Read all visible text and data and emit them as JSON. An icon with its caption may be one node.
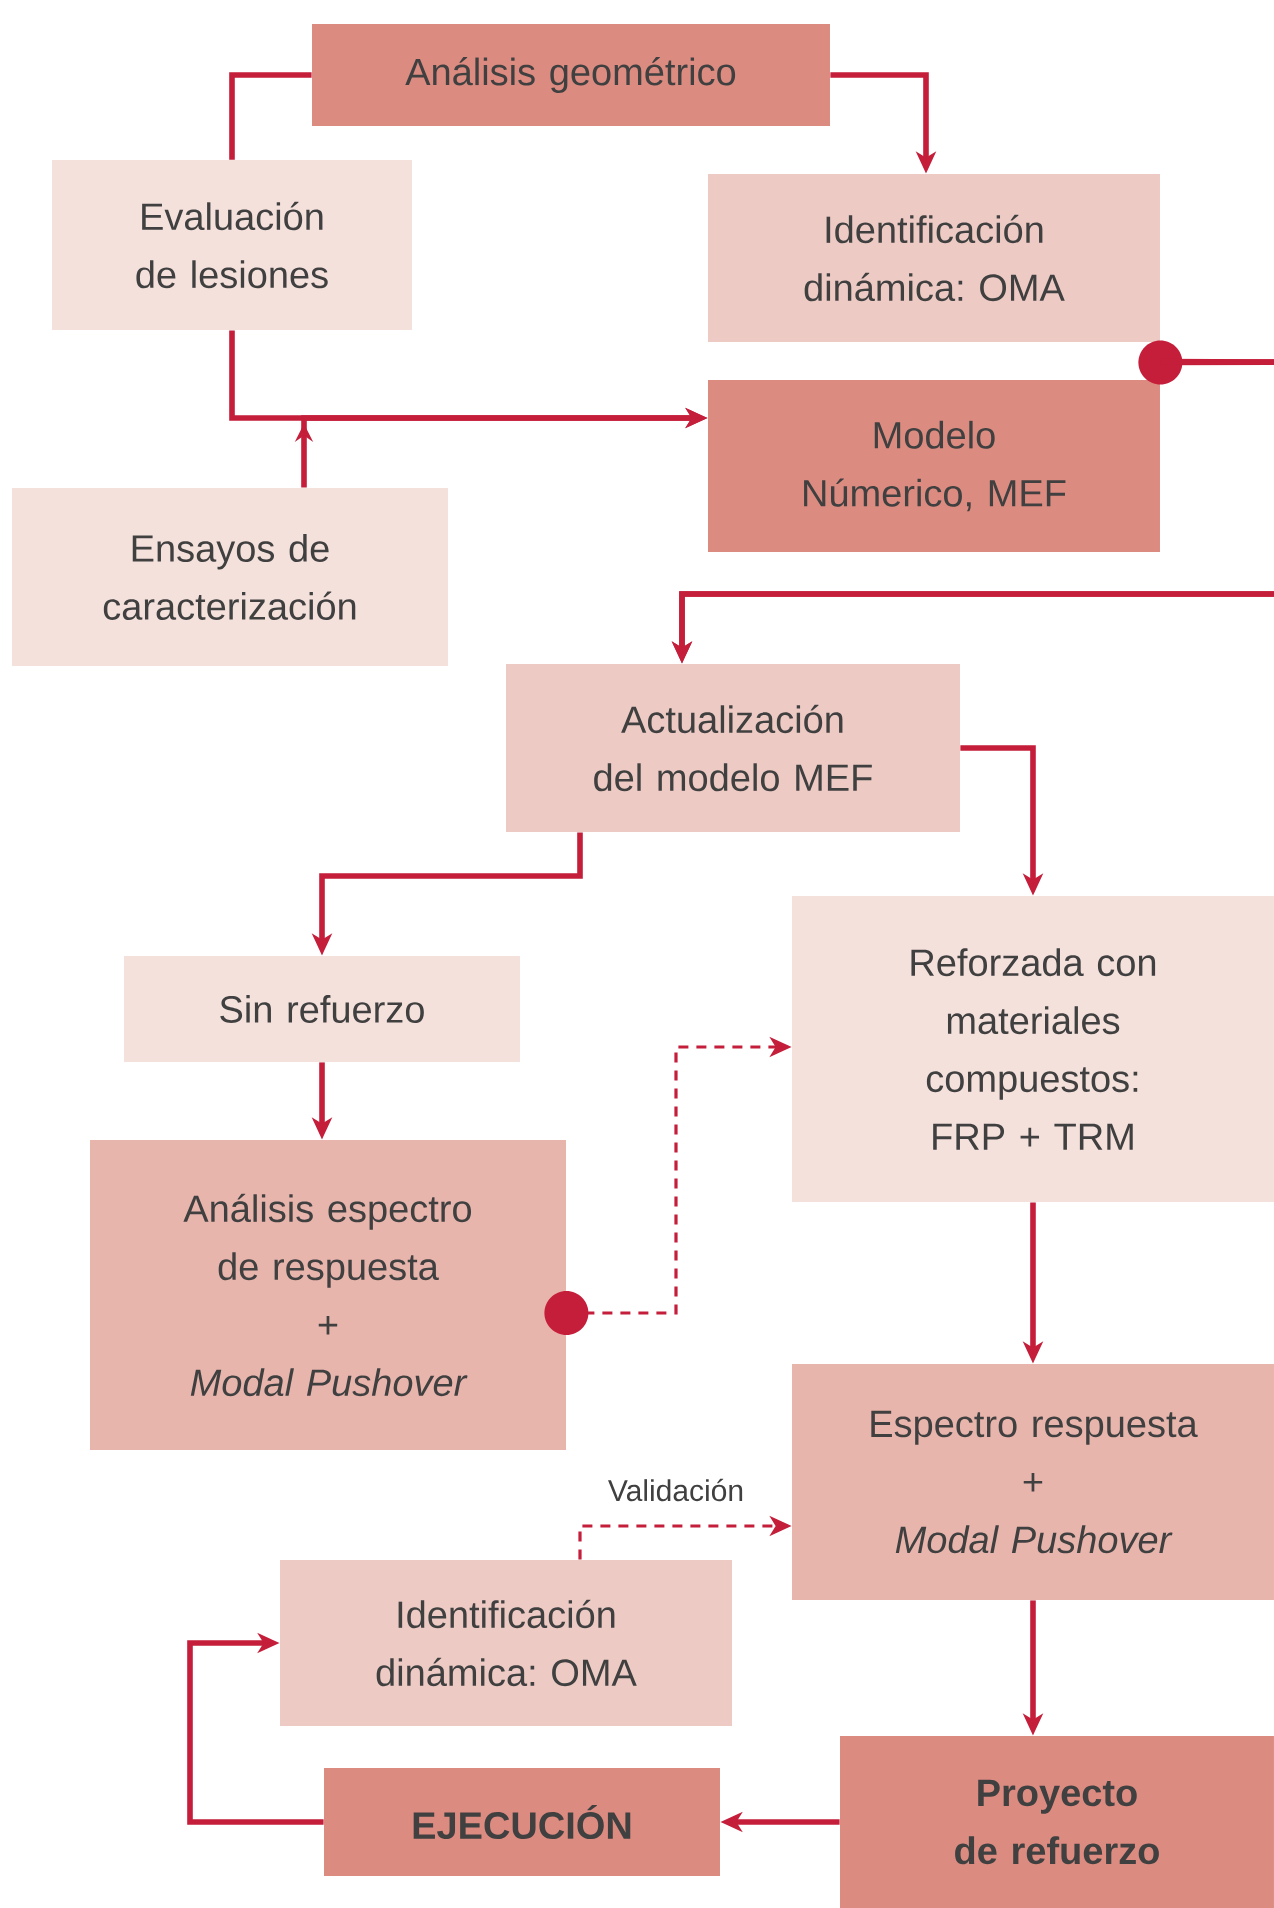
{
  "diagram": {
    "nodes": [
      {
        "text": [
          "Análisis geométrico"
        ]
      },
      {
        "text": [
          "Evaluación de lesiones"
        ]
      },
      {
        "text": [
          "Identificación dinámica: OMA"
        ]
      },
      {
        "text": [
          "Modelo Númerico, MEF"
        ]
      },
      {
        "text": [
          "Ensayos de caracterización"
        ]
      },
      {
        "text": [
          "Actualización del modelo MEF"
        ]
      },
      {
        "text": [
          "Sin refuerzo"
        ]
      },
      {
        "text": [
          "Reforzada con materiales compuestos: FRP + TRM"
        ]
      },
      {
        "text": [
          "Análisis espectro de respuesta",
          "+",
          "Modal Pushover"
        ]
      },
      {
        "text": [
          "Espectro respuesta",
          "+",
          "Modal Pushover"
        ]
      },
      {
        "text": [
          "Identificación dinámica: OMA"
        ]
      },
      {
        "text": [
          "EJECUCIÓN"
        ]
      },
      {
        "text": [
          "Proyecto de refuerzo"
        ]
      }
    ],
    "edges": [
      {
        "from": 0,
        "to": 1,
        "arrow": "none"
      },
      {
        "from": 0,
        "to": 2,
        "arrow": "to"
      },
      {
        "from": 1,
        "to": 3,
        "arrow": "to"
      },
      {
        "from": 4,
        "to": 3,
        "arrow": "to"
      },
      {
        "from": 2,
        "to": 5,
        "arrow": "to"
      },
      {
        "from": 3,
        "to": 5,
        "arrow": "to"
      },
      {
        "from": 5,
        "to": 6,
        "arrow": "to"
      },
      {
        "from": 5,
        "to": 7,
        "arrow": "to"
      },
      {
        "from": 6,
        "to": 8,
        "arrow": "to"
      },
      {
        "from": 8,
        "to": 7,
        "arrow": "to",
        "style": "dashed"
      },
      {
        "from": 7,
        "to": 9,
        "arrow": "to"
      },
      {
        "from": 9,
        "to": 12,
        "arrow": "to"
      },
      {
        "from": 12,
        "to": 11,
        "arrow": "to"
      },
      {
        "from": 11,
        "to": 10,
        "arrow": "to"
      },
      {
        "from": 10,
        "to": 9,
        "arrow": "to",
        "style": "dashed",
        "label": "Validación"
      }
    ]
  }
}
